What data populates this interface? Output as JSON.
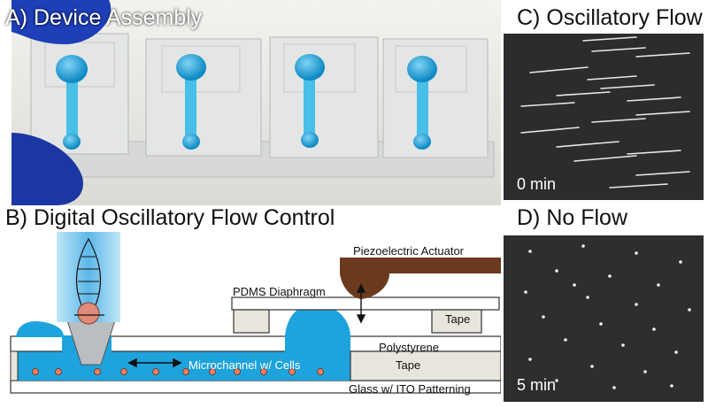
{
  "panels": {
    "a": {
      "title": "A) Device Assembly"
    },
    "b": {
      "title": "B) Digital Oscillatory Flow Control",
      "labels": {
        "piezo": "Piezoelectric Actuator",
        "pdms": "PDMS Diaphragm",
        "tape_top": "Tape",
        "polystyrene": "Polystyrene",
        "tape_bottom": "Tape",
        "glass": "Glass w/ ITO Patterning",
        "microchannel": "Microchannel w/ Cells"
      }
    },
    "c": {
      "title": "C) Oscillatory Flow",
      "time": "0 min"
    },
    "d": {
      "title": "D) No Flow",
      "time": "5 min"
    }
  },
  "colors": {
    "fluid_blue": "#1fa3dc",
    "actuator_brown": "#6b3a1e",
    "tape_fill": "#e8e6dc",
    "cell_fill": "#f08060",
    "glove_blue": "#1e3fb8"
  }
}
